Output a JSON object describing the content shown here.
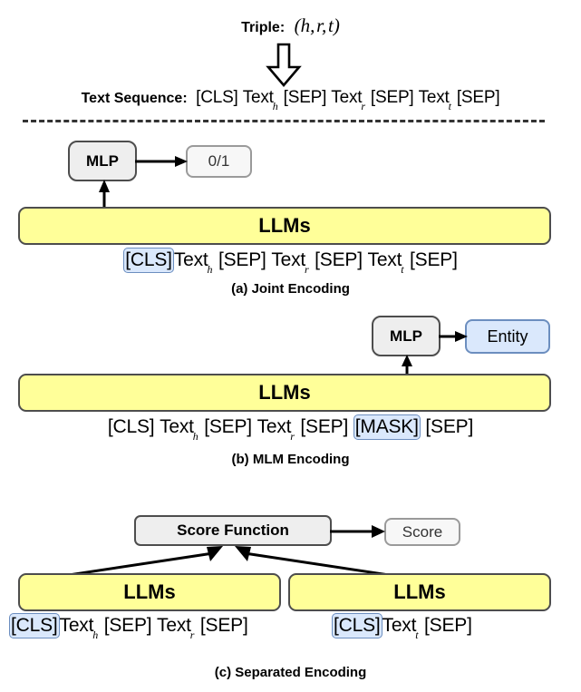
{
  "header": {
    "triple_label": "Triple:",
    "triple_value": "(h, r, t)",
    "down_arrow_icon": "hollow-down-arrow",
    "text_sequence_label": "Text Sequence:",
    "text_sequence_tokens": [
      "[CLS]",
      "Text",
      "h",
      "[SEP]",
      "Text",
      "r",
      "[SEP]",
      "Text",
      "t",
      "[SEP]"
    ],
    "text_sequence_plain": "[CLS] Text_h [SEP] Text_r [SEP] Text_t [SEP]"
  },
  "panels": [
    {
      "id": "joint",
      "caption": "(a) Joint Encoding",
      "encoder_label": "LLMs",
      "head_label": "MLP",
      "output_label": "0/1",
      "output_style": "gray",
      "tokens": [
        {
          "text": "[CLS]",
          "highlight": true
        },
        {
          "text": "Text",
          "sub": "h",
          "highlight": false
        },
        {
          "text": "[SEP]",
          "highlight": false
        },
        {
          "text": "Text",
          "sub": "r",
          "highlight": false
        },
        {
          "text": "[SEP]",
          "highlight": false
        },
        {
          "text": "Text",
          "sub": "t",
          "highlight": false
        },
        {
          "text": "[SEP]",
          "highlight": false
        }
      ]
    },
    {
      "id": "mlm",
      "caption": "(b) MLM Encoding",
      "encoder_label": "LLMs",
      "head_label": "MLP",
      "output_label": "Entity",
      "output_style": "blue",
      "tokens": [
        {
          "text": "[CLS]",
          "highlight": false
        },
        {
          "text": "Text",
          "sub": "h",
          "highlight": false
        },
        {
          "text": "[SEP]",
          "highlight": false
        },
        {
          "text": "Text",
          "sub": "r",
          "highlight": false
        },
        {
          "text": "[SEP]",
          "highlight": false
        },
        {
          "text": "[MASK]",
          "highlight": true
        },
        {
          "text": "[SEP]",
          "highlight": false
        }
      ]
    },
    {
      "id": "separated",
      "caption": "(c) Separated Encoding",
      "encoder_label_left": "LLMs",
      "encoder_label_right": "LLMs",
      "head_label": "Score Function",
      "output_label": "Score",
      "output_style": "gray",
      "tokens_left": [
        {
          "text": "[CLS]",
          "highlight": true
        },
        {
          "text": "Text",
          "sub": "h",
          "highlight": false
        },
        {
          "text": "[SEP]",
          "highlight": false
        },
        {
          "text": "Text",
          "sub": "r",
          "highlight": false
        },
        {
          "text": "[SEP]",
          "highlight": false
        }
      ],
      "tokens_right": [
        {
          "text": "[CLS]",
          "highlight": true
        },
        {
          "text": "Text",
          "sub": "t",
          "highlight": false
        },
        {
          "text": "[SEP]",
          "highlight": false
        }
      ]
    }
  ],
  "colors": {
    "encoder_fill": "#ffff99",
    "encoder_stroke": "#4d4d4d",
    "head_fill": "#eeeeee",
    "head_stroke": "#4d4d4d",
    "highlight_fill": "#dae8fc",
    "highlight_stroke": "#6c8ebf",
    "output_gray_fill": "#f7f7f7",
    "output_gray_stroke": "#9a9a9a",
    "arrow_stroke": "#000000",
    "divider_stroke": "#333333"
  }
}
